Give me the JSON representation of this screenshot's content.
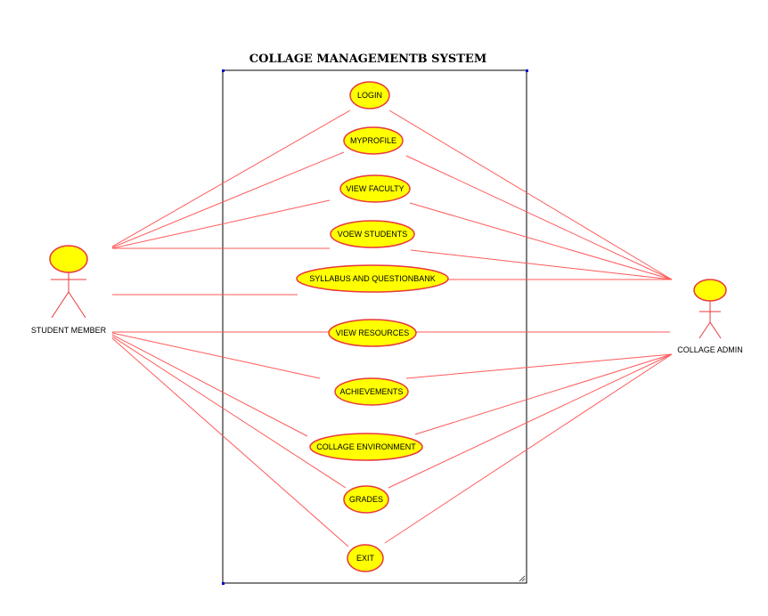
{
  "title": "COLLAGE MANAGEMENTB SYSTEM",
  "colors": {
    "line": "#ff5a5a",
    "ellipse_fill": "#ffff00",
    "ellipse_stroke": "#e8383d",
    "actor_stroke": "#e8383d",
    "boundary": "#000000",
    "boundary_corner": "#0000cc"
  },
  "actors": {
    "student": {
      "label": "STUDENT MEMBER"
    },
    "admin": {
      "label": "COLLAGE ADMIN"
    }
  },
  "use_cases": [
    {
      "id": "login",
      "label": "LOGIN",
      "student": true,
      "admin": true
    },
    {
      "id": "myprofile",
      "label": "MYPROFILE",
      "student": true,
      "admin": true
    },
    {
      "id": "view-faculty",
      "label": "VIEW FACULTY",
      "student": true,
      "admin": true
    },
    {
      "id": "voew-students",
      "label": "VOEW STUDENTS",
      "student": true,
      "admin": true
    },
    {
      "id": "syllabus",
      "label": "SYLLABUS AND QUESTIONBANK",
      "student": true,
      "admin": true
    },
    {
      "id": "view-resources",
      "label": "VIEW RESOURCES",
      "student": true,
      "admin": true
    },
    {
      "id": "achievements",
      "label": "ACHIEVEMENTS",
      "student": true,
      "admin": true
    },
    {
      "id": "collage-environment",
      "label": "COLLAGE ENVIRONMENT",
      "student": true,
      "admin": true
    },
    {
      "id": "grades",
      "label": "GRADES",
      "student": true,
      "admin": true
    },
    {
      "id": "exit",
      "label": "EXIT",
      "student": true,
      "admin": true
    }
  ]
}
